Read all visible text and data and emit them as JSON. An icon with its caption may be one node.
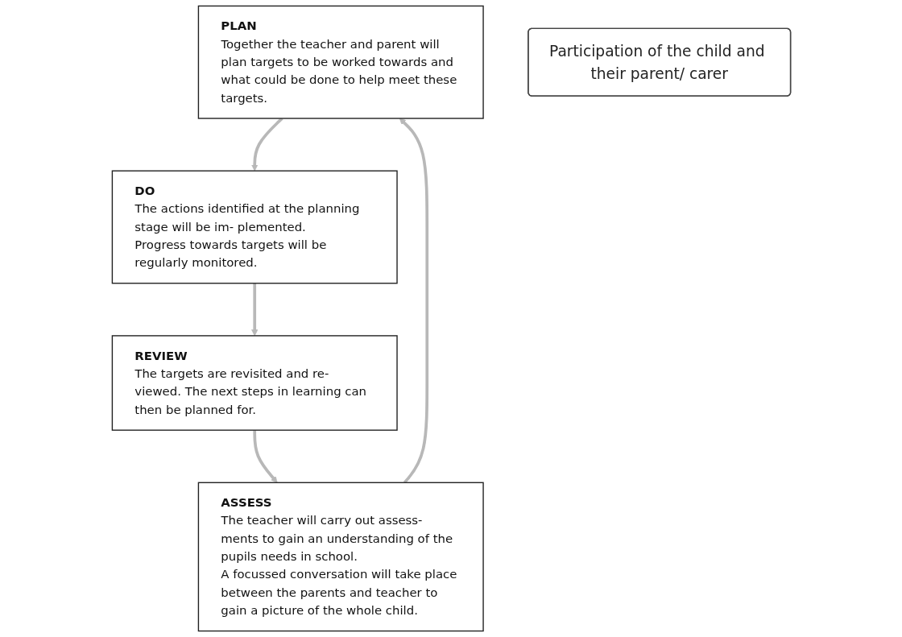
{
  "diagram": {
    "nodes": [
      {
        "text": [
          "PLAN",
          "Together the teacher and parent will plan targets to be worked towards and what could be done to help meet these targets."
        ]
      },
      {
        "text": [
          "DO",
          "The actions identified at the planning stage will be im- plemented.",
          "Progress towards targets will be regularly monitored."
        ]
      },
      {
        "text": [
          "REVIEW",
          "The targets are revisited and re- viewed. The next steps in learning can then be planned for."
        ]
      },
      {
        "text": [
          "ASSESS",
          "The teacher will carry out assess- ments to gain an understanding of the pupils needs in school.",
          "A focussed conversation will take place between the parents and teacher to gain a picture of the whole child."
        ]
      },
      {
        "text": [
          "Participation of the child and their parent/ carer"
        ]
      }
    ],
    "edges": [
      {
        "from": 0,
        "to": 1,
        "arrow": "to"
      },
      {
        "from": 1,
        "to": 2,
        "arrow": "to"
      },
      {
        "from": 2,
        "to": 3,
        "arrow": "to"
      },
      {
        "from": 3,
        "to": 0,
        "arrow": "to"
      }
    ]
  }
}
